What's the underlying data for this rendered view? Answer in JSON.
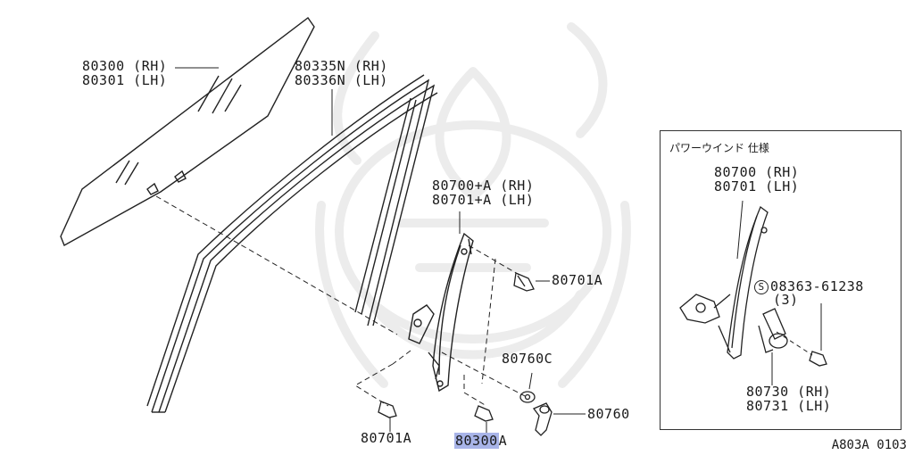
{
  "labels": {
    "glass_rh": "80300 (RH)",
    "glass_lh": "80301 (LH)",
    "sash_rh": "80335N (RH)",
    "sash_lh": "80336N (LH)",
    "reg_rh": "80700+A (RH)",
    "reg_lh": "80701+A (LH)",
    "bolt_upper": "80701A",
    "washer": "80760C",
    "handle": "80760",
    "bolt_lower": "80701A",
    "callout_highlight": "80300",
    "callout_suffix": "A"
  },
  "inset": {
    "title": "パワーウインド 仕様",
    "reg_rh": "80700 (RH)",
    "reg_lh": "80701 (LH)",
    "screw_symbol": "S",
    "screw_part": "08363-61238",
    "screw_qty": "(3)",
    "motor_rh": "80730 (RH)",
    "motor_lh": "80731 (LH)"
  },
  "diagram_code": "A803A 0103",
  "colors": {
    "line": "#222222",
    "highlight": "#a8b4e8",
    "watermark": "#ececec"
  }
}
